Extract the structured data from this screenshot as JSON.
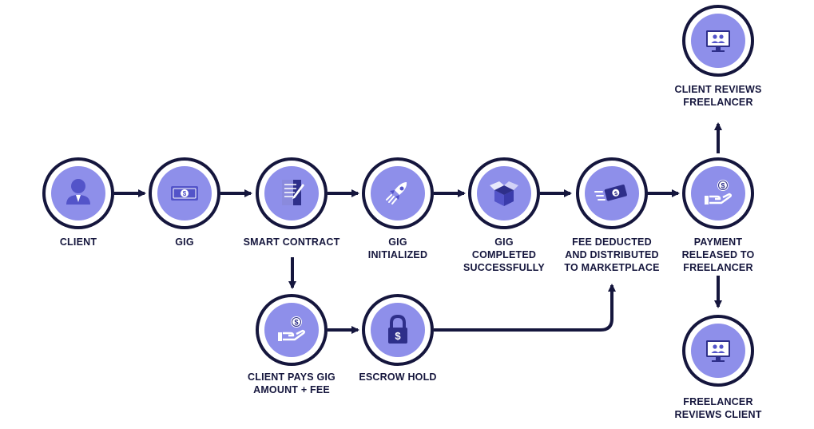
{
  "colors": {
    "ink": "#15163d",
    "accent": "#8e8fea",
    "accent_dark": "#5354c9",
    "background": "#ffffff"
  },
  "nodes": [
    {
      "id": "client",
      "icon": "person-icon",
      "label_lines": [
        "CLIENT"
      ]
    },
    {
      "id": "gig",
      "icon": "dollar-bill-icon",
      "label_lines": [
        "GIG"
      ]
    },
    {
      "id": "smart-contract",
      "icon": "document-pen-icon",
      "label_lines": [
        "SMART CONTRACT"
      ]
    },
    {
      "id": "gig-initialized",
      "icon": "rocket-icon",
      "label_lines": [
        "GIG",
        "INITIALIZED"
      ]
    },
    {
      "id": "gig-completed",
      "icon": "open-box-icon",
      "label_lines": [
        "GIG",
        "COMPLETED",
        "SUCCESSFULLY"
      ]
    },
    {
      "id": "fee-deducted",
      "icon": "flying-money-icon",
      "label_lines": [
        "FEE DEDUCTED",
        "AND DISTRIBUTED",
        "TO MARKETPLACE"
      ]
    },
    {
      "id": "payment-released",
      "icon": "hand-coin-icon",
      "label_lines": [
        "PAYMENT",
        "RELEASED TO",
        "FREELANCER"
      ]
    },
    {
      "id": "client-reviews",
      "icon": "monitor-users-icon",
      "label_lines": [
        "CLIENT REVIEWS",
        "FREELANCER"
      ]
    },
    {
      "id": "freelancer-reviews",
      "icon": "monitor-users-icon",
      "label_lines": [
        "FREELANCER",
        "REVIEWS CLIENT"
      ]
    },
    {
      "id": "client-pays",
      "icon": "hand-coin-icon",
      "label_lines": [
        "CLIENT PAYS GIG",
        "AMOUNT + FEE"
      ]
    },
    {
      "id": "escrow-hold",
      "icon": "padlock-dollar-icon",
      "label_lines": [
        "ESCROW HOLD"
      ]
    }
  ],
  "edges": [
    {
      "from": "client",
      "to": "gig"
    },
    {
      "from": "gig",
      "to": "smart-contract"
    },
    {
      "from": "smart-contract",
      "to": "gig-initialized"
    },
    {
      "from": "gig-initialized",
      "to": "gig-completed"
    },
    {
      "from": "gig-completed",
      "to": "fee-deducted"
    },
    {
      "from": "fee-deducted",
      "to": "payment-released"
    },
    {
      "from": "payment-released",
      "to": "client-reviews"
    },
    {
      "from": "payment-released",
      "to": "freelancer-reviews"
    },
    {
      "from": "smart-contract",
      "to": "client-pays"
    },
    {
      "from": "client-pays",
      "to": "escrow-hold"
    },
    {
      "from": "escrow-hold",
      "to": "fee-deducted"
    }
  ]
}
